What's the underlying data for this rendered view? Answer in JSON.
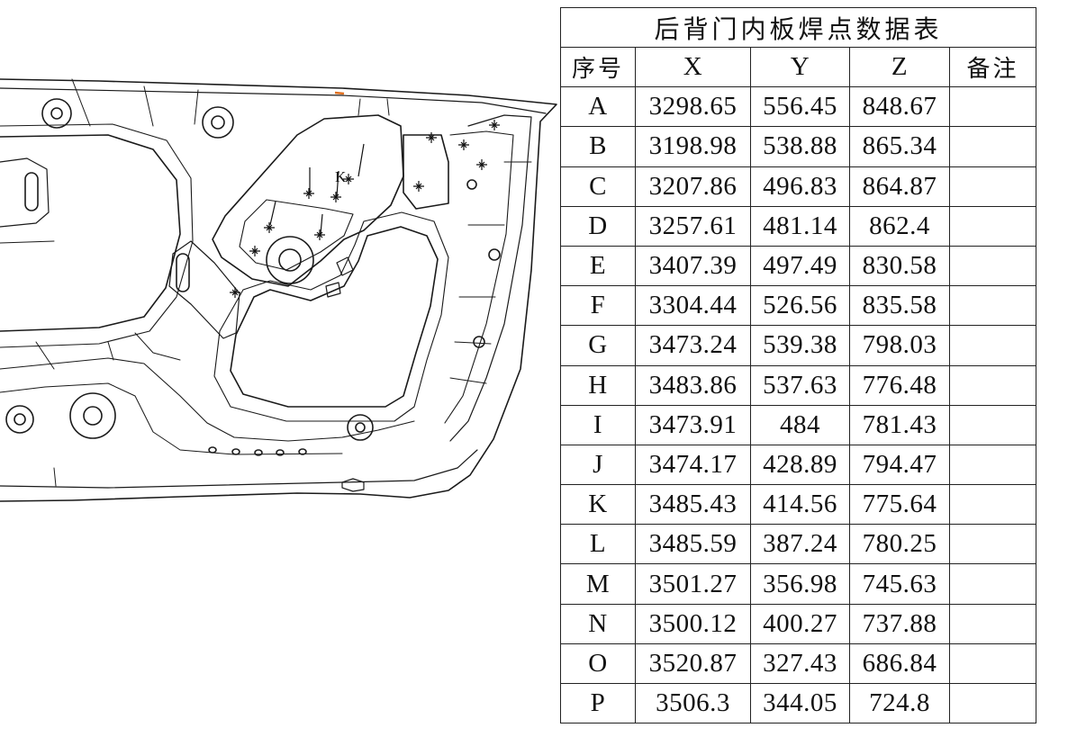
{
  "table": {
    "title": "后背门内板焊点数据表",
    "headers": [
      "序号",
      "X",
      "Y",
      "Z",
      "备注"
    ],
    "rows": [
      {
        "id": "A",
        "x": "3298.65",
        "y": "556.45",
        "z": "848.67",
        "note": ""
      },
      {
        "id": "B",
        "x": "3198.98",
        "y": "538.88",
        "z": "865.34",
        "note": ""
      },
      {
        "id": "C",
        "x": "3207.86",
        "y": "496.83",
        "z": "864.87",
        "note": ""
      },
      {
        "id": "D",
        "x": "3257.61",
        "y": "481.14",
        "z": "862.4",
        "note": ""
      },
      {
        "id": "E",
        "x": "3407.39",
        "y": "497.49",
        "z": "830.58",
        "note": ""
      },
      {
        "id": "F",
        "x": "3304.44",
        "y": "526.56",
        "z": "835.58",
        "note": ""
      },
      {
        "id": "G",
        "x": "3473.24",
        "y": "539.38",
        "z": "798.03",
        "note": ""
      },
      {
        "id": "H",
        "x": "3483.86",
        "y": "537.63",
        "z": "776.48",
        "note": ""
      },
      {
        "id": "I",
        "x": "3473.91",
        "y": "484",
        "z": "781.43",
        "note": ""
      },
      {
        "id": "J",
        "x": "3474.17",
        "y": "428.89",
        "z": "794.47",
        "note": ""
      },
      {
        "id": "K",
        "x": "3485.43",
        "y": "414.56",
        "z": "775.64",
        "note": ""
      },
      {
        "id": "L",
        "x": "3485.59",
        "y": "387.24",
        "z": "780.25",
        "note": ""
      },
      {
        "id": "M",
        "x": "3501.27",
        "y": "356.98",
        "z": "745.63",
        "note": ""
      },
      {
        "id": "N",
        "x": "3500.12",
        "y": "400.27",
        "z": "737.88",
        "note": ""
      },
      {
        "id": "O",
        "x": "3520.87",
        "y": "327.43",
        "z": "686.84",
        "note": ""
      },
      {
        "id": "P",
        "x": "3506.3",
        "y": "344.05",
        "z": "724.8",
        "note": ""
      }
    ]
  },
  "drawing": {
    "labels": [
      "K"
    ],
    "accent_color": "#e07020"
  }
}
